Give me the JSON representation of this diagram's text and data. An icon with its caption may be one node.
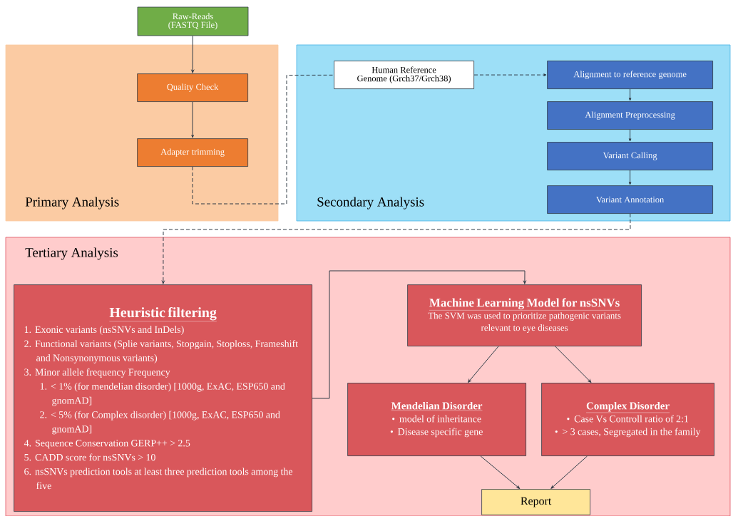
{
  "diagram": {
    "nodes": [
      {
        "text": [
          "Raw-Reads (FASTQ File)"
        ]
      },
      {
        "text": [
          "Primary Analysis"
        ]
      },
      {
        "text": [
          "Quality Check"
        ],
        "in": 1
      },
      {
        "text": [
          "Adapter trimming"
        ],
        "in": 1
      },
      {
        "text": [
          "Secondary Analysis"
        ]
      },
      {
        "text": [
          "Human Reference Genome (Grch37/Grch38)"
        ],
        "in": 4
      },
      {
        "text": [
          "Alignment to reference genome"
        ],
        "in": 4
      },
      {
        "text": [
          "Alignment Preprocessing"
        ],
        "in": 4
      },
      {
        "text": [
          "Variant Calling"
        ],
        "in": 4
      },
      {
        "text": [
          "Variant Annotation"
        ],
        "in": 4
      },
      {
        "text": [
          "Tertiary Analysis"
        ]
      },
      {
        "text": [
          "Heuristic filtering",
          "1. Exonic variants (nsSNVs and InDels)",
          "2. Functional variants (Splie variants, Stopgain, Stoploss, Frameshift and Nonsynonymous variants)",
          "3. Minor allele frequency Frequency",
          "1. < 1% (for mendelian disorder) [1000g, ExAC, ESP650 and gnomAD]",
          "2. < 5% (for Complex disorder) [1000g, ExAC, ESP650 and gnomAD]",
          "4. Sequence Conservation GERP++ > 2.5",
          "5. CADD score for nsSNVs > 10",
          "6. nsSNVs prediction tools at least three prediction tools among the five"
        ],
        "in": 10
      },
      {
        "text": [
          "Machine Learning Model for nsSNVs",
          "The SVM was used to prioritize pathogenic variants relevant to eye diseases"
        ],
        "in": 10
      },
      {
        "text": [
          "Mendelian Disorder",
          "model of inheritance",
          "Disease specific gene"
        ],
        "in": 10
      },
      {
        "text": [
          "Complex Disorder",
          "Case Vs Controll ratio of 2:1",
          "> 3 cases, Segregated in the family"
        ],
        "in": 10
      },
      {
        "text": [
          "Report"
        ],
        "in": 10
      }
    ],
    "edges": [
      {
        "from": 0,
        "to": 2,
        "arrow": "to"
      },
      {
        "from": 2,
        "to": 3,
        "arrow": "to"
      },
      {
        "from": 3,
        "to": 5,
        "arrow": "none",
        "style": "dashed"
      },
      {
        "from": 5,
        "to": 6,
        "arrow": "to",
        "style": "dashed"
      },
      {
        "from": 6,
        "to": 7,
        "arrow": "to"
      },
      {
        "from": 7,
        "to": 8,
        "arrow": "to"
      },
      {
        "from": 8,
        "to": 9,
        "arrow": "to"
      },
      {
        "from": 9,
        "to": 11,
        "arrow": "to",
        "style": "dashed"
      },
      {
        "from": 11,
        "to": 12,
        "arrow": "to"
      },
      {
        "from": 12,
        "to": 13,
        "arrow": "to"
      },
      {
        "from": 12,
        "to": 14,
        "arrow": "to"
      },
      {
        "from": 13,
        "to": 15,
        "arrow": "to"
      },
      {
        "from": 14,
        "to": 15,
        "arrow": "to"
      }
    ]
  }
}
